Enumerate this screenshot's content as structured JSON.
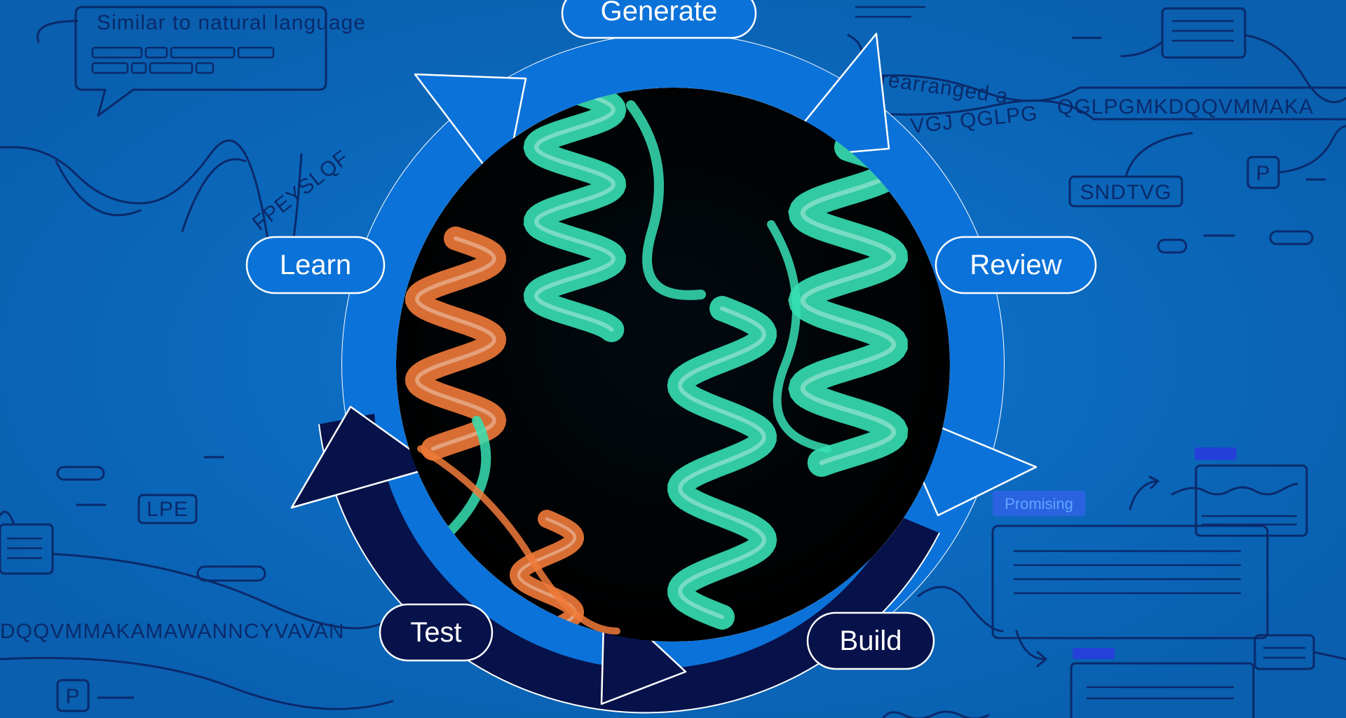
{
  "cycle": {
    "stages": [
      {
        "id": "generate",
        "label": "Generate"
      },
      {
        "id": "review",
        "label": "Review"
      },
      {
        "id": "build",
        "label": "Build"
      },
      {
        "id": "test",
        "label": "Test"
      },
      {
        "id": "learn",
        "label": "Learn"
      }
    ]
  },
  "background_text": {
    "callout": "Similar to natural language",
    "rearranged": "rearranged a",
    "seq_right_1": "QGLPGMKDQQVMMAKA",
    "seq_right_2": "VGJ QGLPG",
    "seq_left": "FPEYSLQF",
    "seq_bottom": "DQQVMMAKAMAWANNCYVAVAN",
    "tag_sndtvg": "SNDTVG",
    "tag_p": "P",
    "tag_lpe": "LPE",
    "tag_p_bottom": "P",
    "badge": "Promising"
  },
  "colors": {
    "background": "#0a63b3",
    "ring_light": "#0b72d9",
    "ring_dark": "#07124a",
    "line_art": "#0a2a6b",
    "helix_teal": "#36e0b4",
    "helix_orange": "#f07a3a"
  }
}
